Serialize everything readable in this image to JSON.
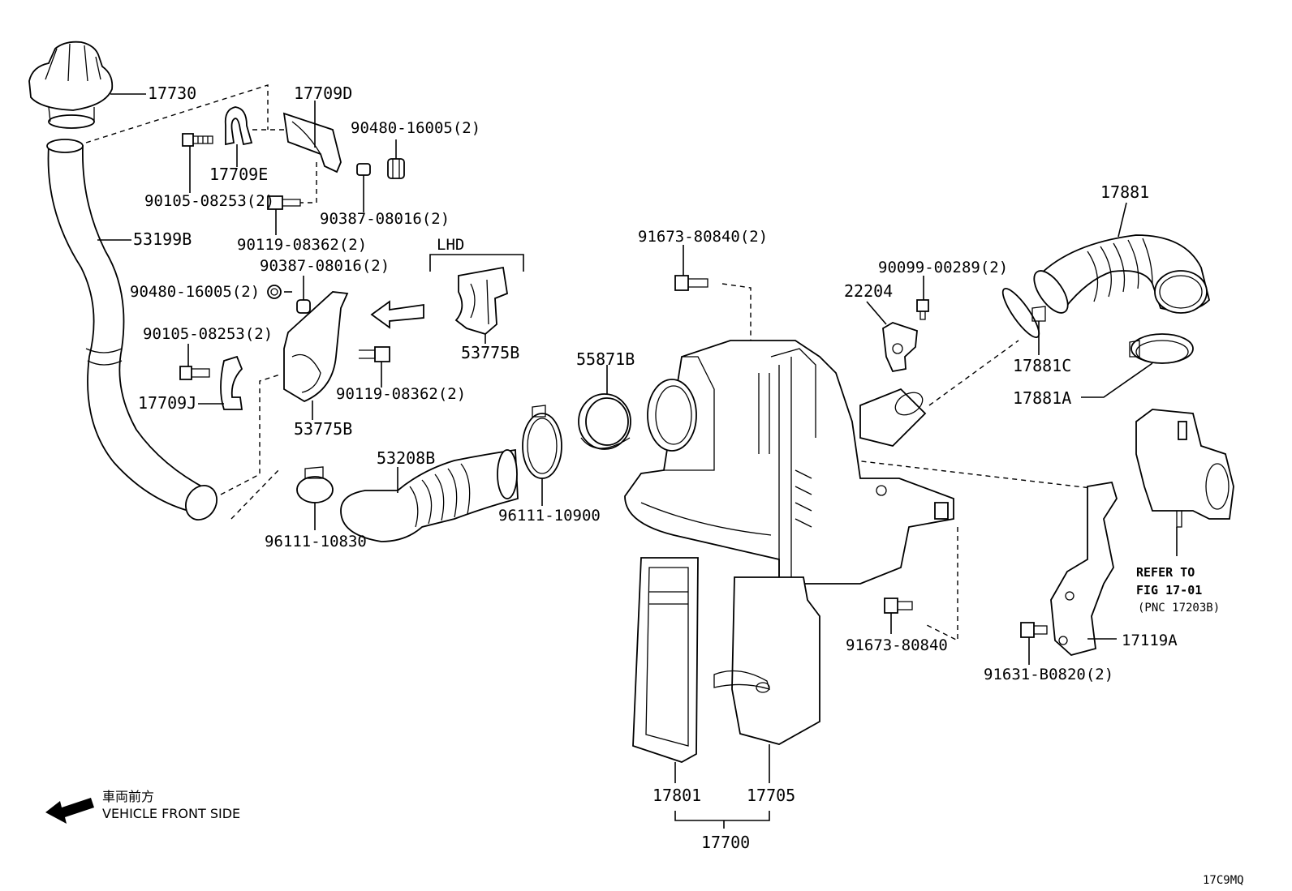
{
  "labels": {
    "p17730": "17730",
    "p17709D": "17709D",
    "p17709E": "17709E",
    "p90480_top": "90480-16005(2)",
    "p90105_top": "90105-08253(2)",
    "p90387_top": "90387-08016(2)",
    "p53199B": "53199B",
    "p90119_top": "90119-08362(2)",
    "lhd": "LHD",
    "p90387_mid": "90387-08016(2)",
    "p90480_mid": "90480-16005(2)",
    "p90105_mid": "90105-08253(2)",
    "p53775B_lhd": "53775B",
    "p90119_mid": "90119-08362(2)",
    "p17709J": "17709J",
    "p53775B": "53775B",
    "p53208B": "53208B",
    "p96111_10830": "96111-10830",
    "p96111_10900": "96111-10900",
    "p55871B": "55871B",
    "p91673_top": "91673-80840(2)",
    "p22204": "22204",
    "p90099": "90099-00289(2)",
    "p17881": "17881",
    "p17881C": "17881C",
    "p17881A": "17881A",
    "refer1": "REFER TO",
    "refer2": "FIG 17-01",
    "refer3": "(PNC 17203B)",
    "p91673_bot": "91673-80840",
    "p17119A": "17119A",
    "p91631": "91631-B0820(2)",
    "p17801": "17801",
    "p17705": "17705",
    "p17700": "17700",
    "legend_jp": "車両前方",
    "legend_en": "VEHICLE FRONT SIDE",
    "fig_code": "17C9MQ"
  },
  "icons": {
    "front_arrow": "arrow-left-icon",
    "assembly_arrow": "arrow-left-outline-icon"
  }
}
